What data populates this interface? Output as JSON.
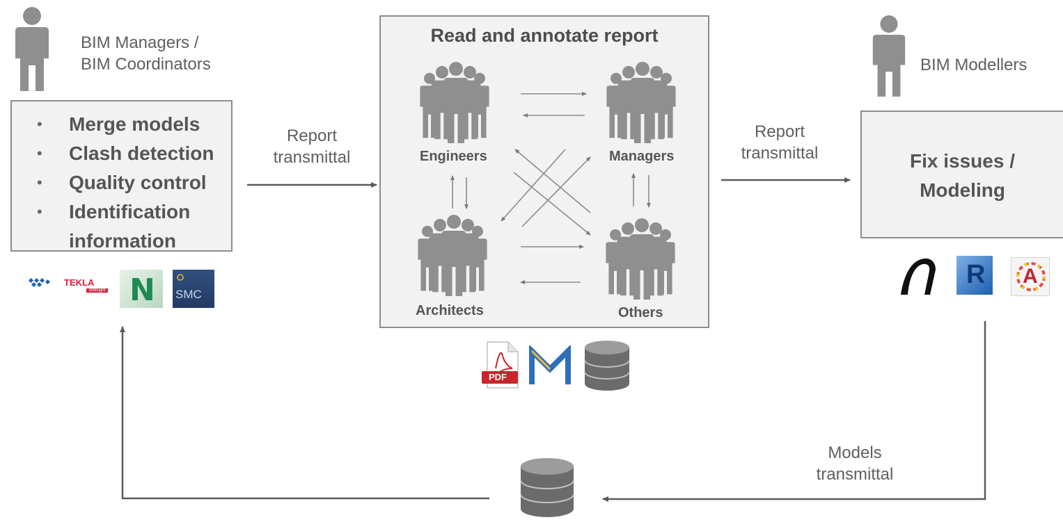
{
  "left_actor": {
    "label_line1": "BIM Managers /",
    "label_line2": "BIM Coordinators",
    "tasks": [
      "Merge models",
      "Clash detection",
      "Quality control",
      "Identification information"
    ],
    "tool_logos": [
      {
        "icon": "tekla-logo",
        "text": "TEKLA",
        "subtext": "BIMsight"
      },
      {
        "icon": "navisworks-logo",
        "text": "N"
      },
      {
        "icon": "solibri-smc-logo",
        "text": "SMC"
      }
    ]
  },
  "center_panel": {
    "title": "Read and annotate report",
    "groups": [
      "Engineers",
      "Managers",
      "Architects",
      "Others"
    ],
    "formats": [
      {
        "icon": "pdf-icon",
        "text": "PDF"
      },
      {
        "icon": "mail-icon",
        "text": "M"
      },
      {
        "icon": "database-icon"
      }
    ]
  },
  "right_actor": {
    "label": "BIM Modellers",
    "task_line1": "Fix issues /",
    "task_line2": "Modeling",
    "tool_logos": [
      {
        "icon": "archicad-logo"
      },
      {
        "icon": "revit-logo",
        "text": "R"
      },
      {
        "icon": "autocad-logo",
        "text": "A"
      }
    ]
  },
  "flows": {
    "left_to_center": {
      "line1": "Report",
      "line2": "transmittal"
    },
    "center_to_right": {
      "line1": "Report",
      "line2": "transmittal"
    },
    "return": {
      "line1": "Models",
      "line2": "transmittal"
    }
  },
  "colors": {
    "figure": "#8f8f8f",
    "box_fill": "#f2f2f2",
    "box_border": "#8c8c8c",
    "arrow": "#5a5a5a",
    "text": "#5f5f5f"
  }
}
